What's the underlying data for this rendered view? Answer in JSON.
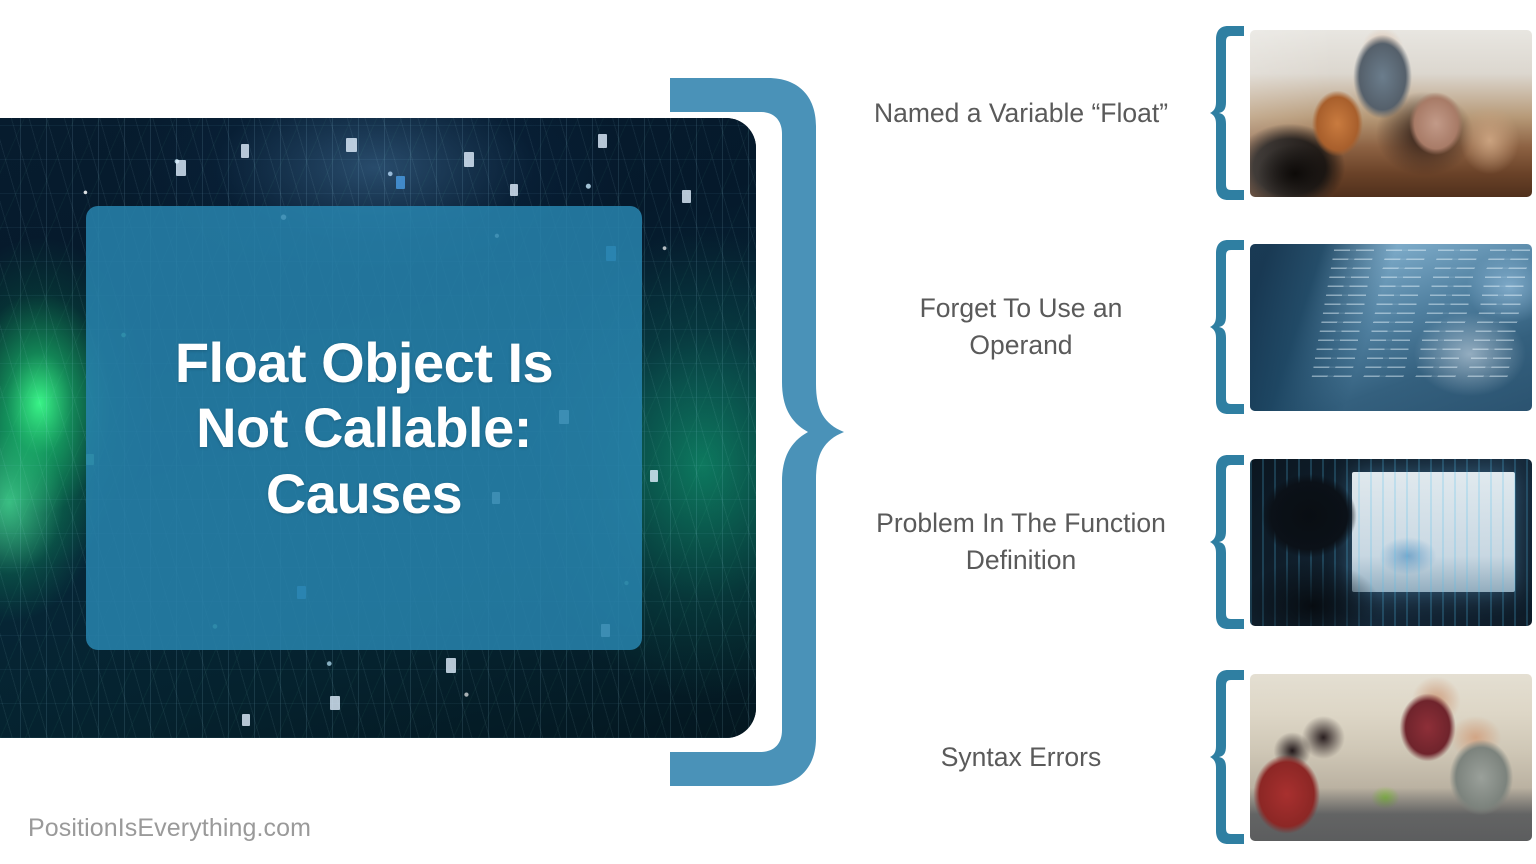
{
  "hero": {
    "title": "Float Object Is Not Callable: Causes",
    "title_lines": [
      "Float Object Is",
      "Not Callable:",
      "Causes"
    ],
    "card_color": "#2883ad",
    "background_description": "dark navy circuit-board tech background with green glow"
  },
  "brace": {
    "color": "#4a92b8",
    "small_color": "#2f7fa2",
    "name": "left-curly-brace"
  },
  "causes": [
    {
      "label": "Named a Variable “Float”",
      "label_lines": [
        "Named a Variable “Float”"
      ],
      "image_alt": "team meeting around a table in a modern office lounge"
    },
    {
      "label": "Forget To Use an Operand",
      "label_lines": [
        "Forget To Use an",
        "Operand"
      ],
      "image_alt": "hands typing on a laptop with glowing code overlay"
    },
    {
      "label": "Problem In The Function Definition",
      "label_lines": [
        "Problem In The Function",
        "Definition"
      ],
      "image_alt": "man looking at data dashboards on a monitor in a dark room"
    },
    {
      "label": "Syntax Errors",
      "label_lines": [
        "Syntax Errors"
      ],
      "image_alt": "group of developers collaborating with laptops at a desk"
    }
  ],
  "footer": {
    "watermark": "PositionIsEverything.com",
    "color": "#9a9a9a"
  },
  "colors": {
    "accent": "#4a92b8",
    "accent_dark": "#2f7fa2",
    "label_text": "#5a5a5a",
    "page_background": "#ffffff"
  }
}
